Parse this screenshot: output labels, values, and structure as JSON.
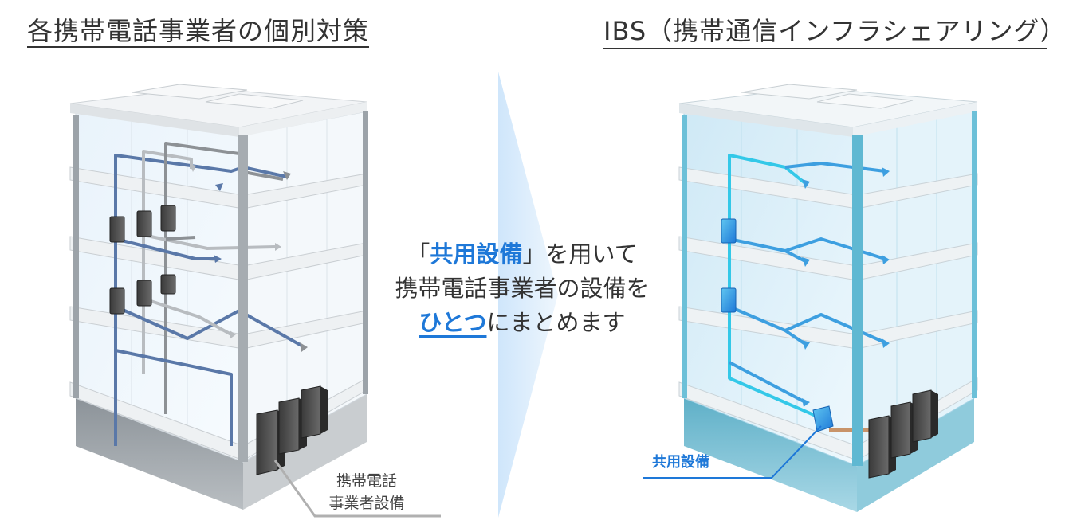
{
  "left_panel": {
    "heading": "各携帯電話事業者の個別対策",
    "callout_line1": "携帯電話",
    "callout_line2": "事業者設備"
  },
  "right_panel": {
    "heading": "IBS（携帯通信インフラシェアリング）",
    "callout": "共用設備"
  },
  "center": {
    "open_bracket": "「",
    "emphasis": "共用設備",
    "close_rest": "」を用いて",
    "line2": "携帯電話事業者の設備を",
    "line3_emphasis": "ひとつ",
    "line3_rest": "にまとめます"
  },
  "colors": {
    "accent_blue": "#1e78d8",
    "cable_blue": "#3d9fe0",
    "cable_cyan": "#33c8e8",
    "cable_navy": "#5a78a8",
    "cable_grey": "#a0a0a0",
    "arrow_fill": "#cfe6fb"
  }
}
